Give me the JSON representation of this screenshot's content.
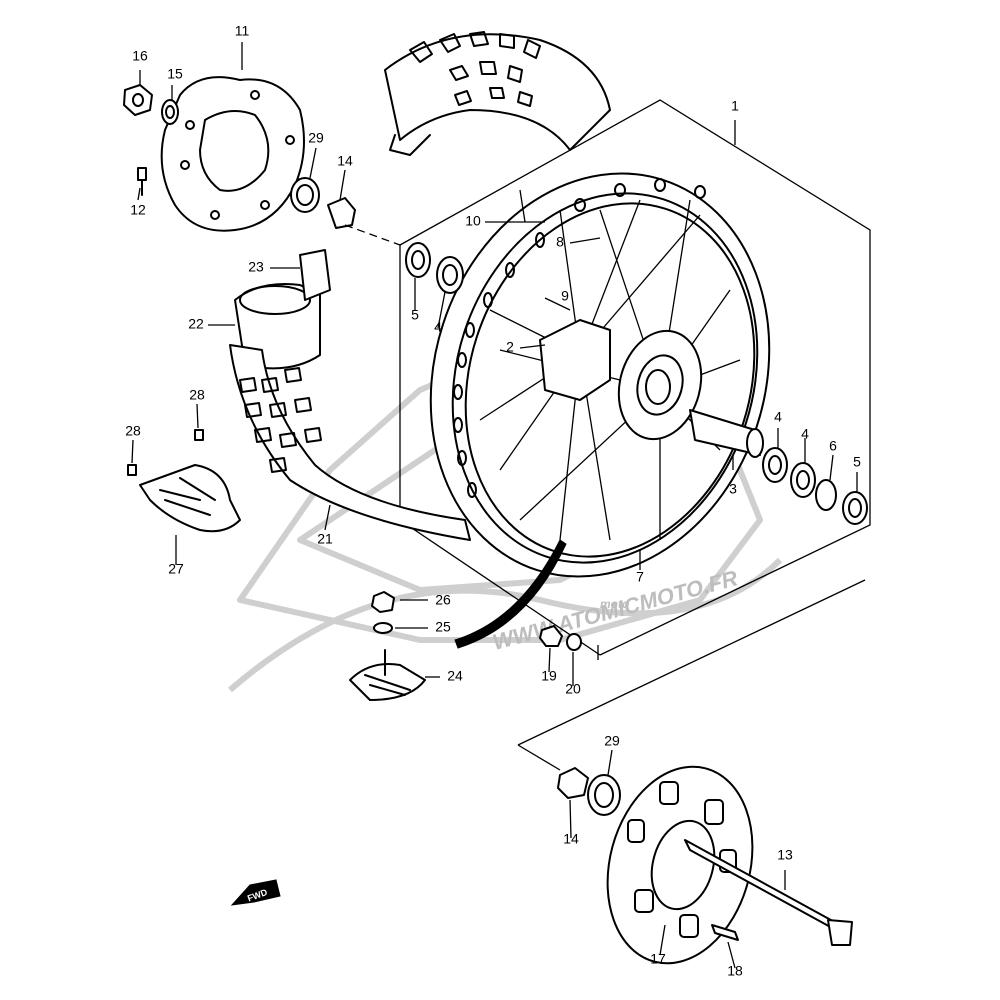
{
  "diagram": {
    "watermark_url": "WWW.ATOMICMOTO.FR",
    "watermark_small": "moto",
    "fwd_label": "FWD",
    "callouts": [
      "1",
      "2",
      "3",
      "4",
      "4",
      "4",
      "5",
      "5",
      "6",
      "7",
      "8",
      "9",
      "10",
      "11",
      "12",
      "13",
      "14",
      "14",
      "15",
      "16",
      "17",
      "18",
      "19",
      "20",
      "21",
      "22",
      "23",
      "24",
      "25",
      "26",
      "27",
      "28",
      "28",
      "29",
      "29"
    ]
  }
}
